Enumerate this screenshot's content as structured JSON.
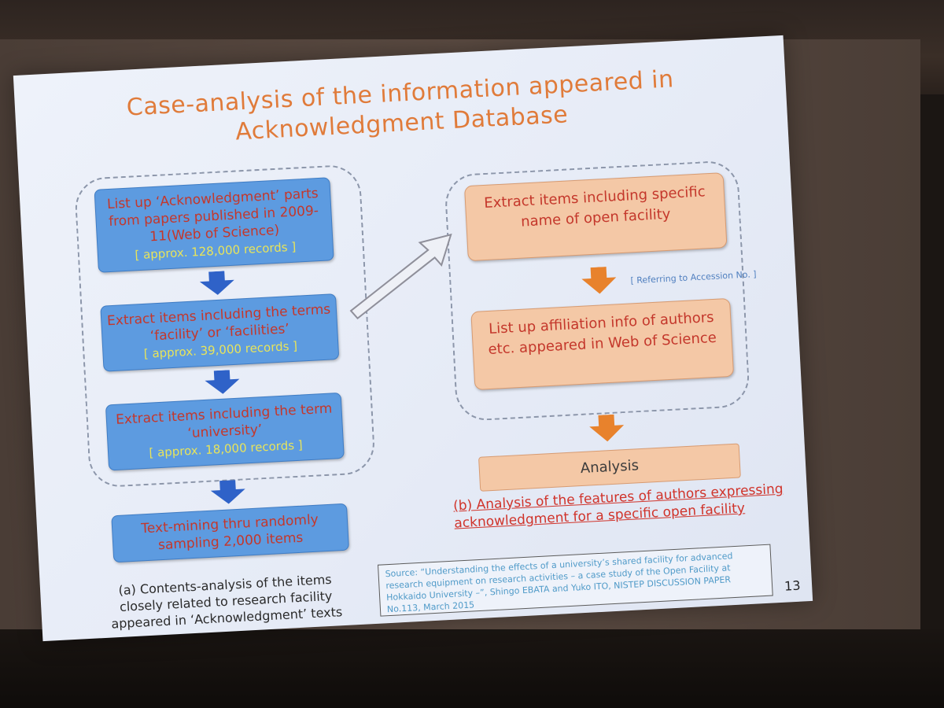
{
  "slide": {
    "title_line1": "Case-analysis of the information appeared in",
    "title_line2": "Acknowledgment Database",
    "left_flow": [
      {
        "text": "List up ‘Acknowledgment’ parts from papers published in 2009-11(Web of Science)",
        "records": "[ approx. 128,000 records ]"
      },
      {
        "text": "Extract items including the terms ‘facility’ or ‘facilities’",
        "records": "[ approx. 39,000 records ]"
      },
      {
        "text": "Extract items including the term ‘university’",
        "records": "[ approx. 18,000 records ]"
      },
      {
        "text": "Text-mining thru randomly sampling 2,000 items",
        "records": ""
      }
    ],
    "right_flow": [
      {
        "text": "Extract items including specific name of open facility"
      },
      {
        "text": "List up affiliation info of authors etc. appeared in Web of Science"
      }
    ],
    "reference_note": "[ Referring to Accession No. ]",
    "analysis_label": "Analysis",
    "caption_a": "(a) Contents-analysis of the items closely related to research facility appeared in ‘Acknowledgment’ texts",
    "caption_b": "(b) Analysis of the features of authors expressing acknowledgment for a specific open facility",
    "source": "Source: “Understanding the effects of a university’s shared facility for advanced research equipment on research activities – a case study of the Open Facility at Hokkaido University –”, Shingo EBATA and Yuko ITO, NISTEP DISCUSSION PAPER No.113, March 2015",
    "page_number": "13"
  },
  "colors": {
    "title": "#e07b3a",
    "blue_box": "#5d9be0",
    "orange_box": "#f4c8a6",
    "red_text": "#c4372b",
    "records_text": "#e8e45a",
    "down_arrow_blue": "#2f62c8",
    "down_arrow_orange": "#e8822c"
  }
}
